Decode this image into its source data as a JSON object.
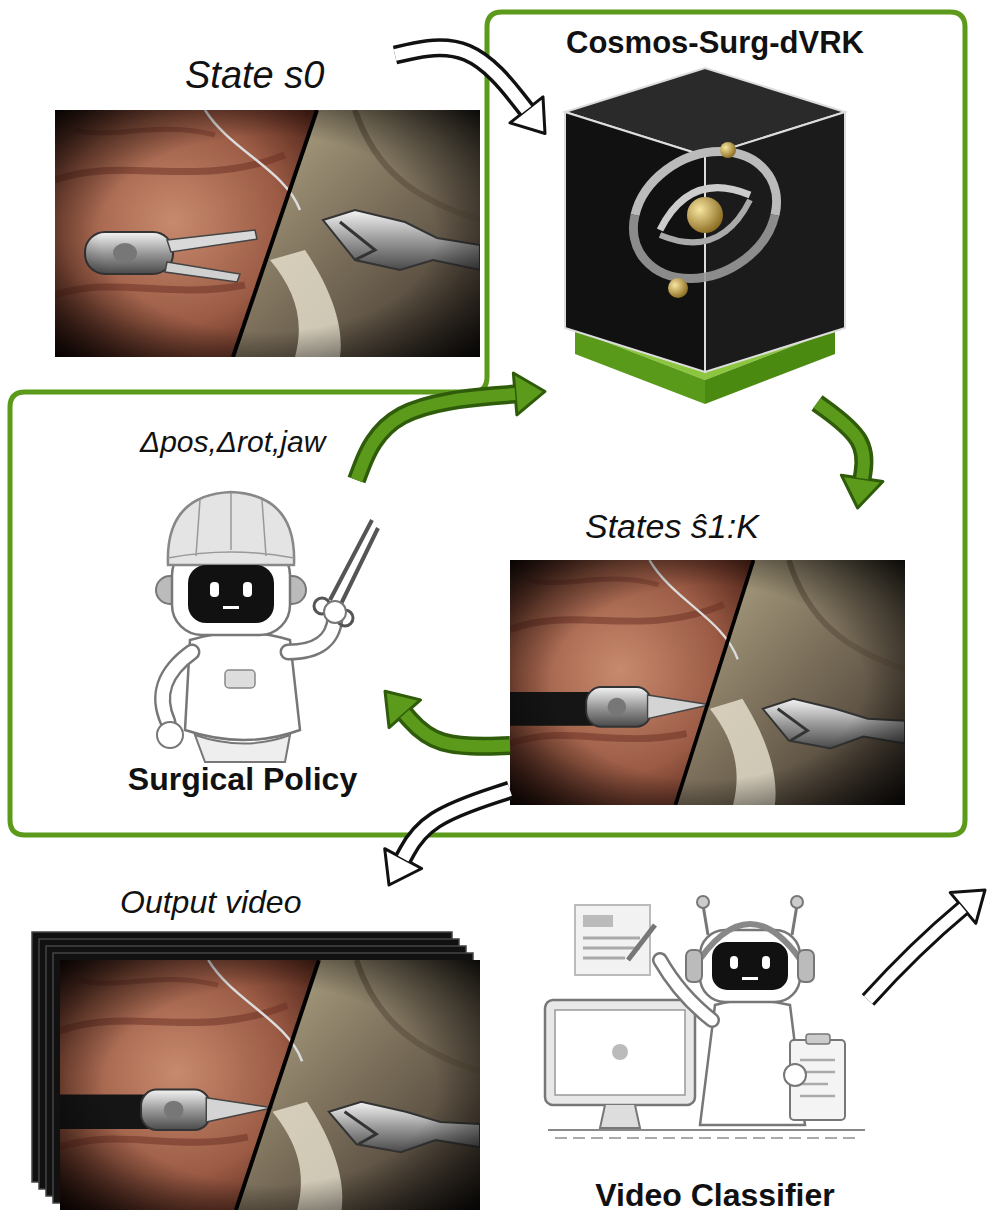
{
  "diagram": {
    "nodes": [
      {
        "text": [
          "State s0"
        ]
      },
      {
        "text": [
          "Cosmos-Surg-dVRK"
        ]
      },
      {
        "text": [
          "Surgical Policy"
        ]
      },
      {
        "text": [
          "States ŝ1:K"
        ]
      },
      {
        "text": [
          "Output video"
        ]
      },
      {
        "text": [
          "Video Classifier"
        ]
      }
    ],
    "edges": [
      {
        "from": 0,
        "to": 1,
        "arrow": "to"
      },
      {
        "from": 1,
        "to": 3,
        "arrow": "to"
      },
      {
        "from": 3,
        "to": 2,
        "arrow": "to"
      },
      {
        "from": 2,
        "to": 1,
        "label": "Δpos,Δrot,jaw",
        "arrow": "to"
      },
      {
        "from": 3,
        "to": 4,
        "arrow": "to"
      }
    ]
  }
}
